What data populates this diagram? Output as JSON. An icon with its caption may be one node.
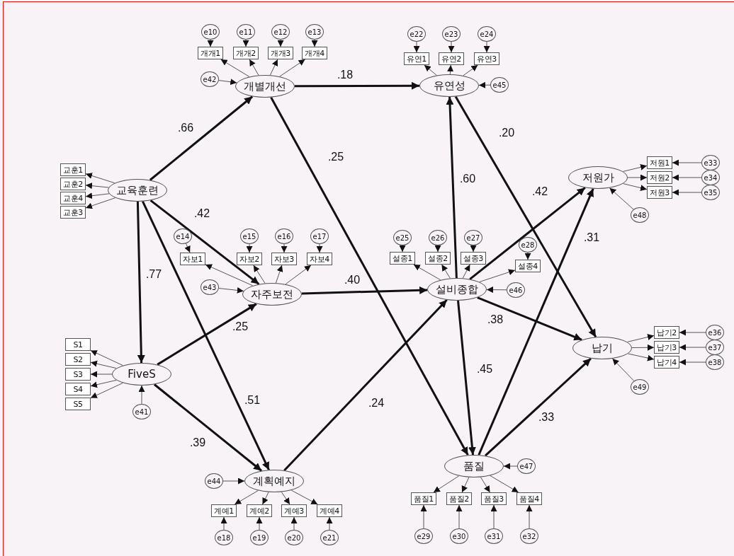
{
  "diagram": {
    "nodes": [
      {
        "text": [
          "e10"
        ]
      },
      {
        "text": [
          "e11"
        ]
      },
      {
        "text": [
          "e12"
        ]
      },
      {
        "text": [
          "e13"
        ]
      },
      {
        "text": [
          "개개1"
        ]
      },
      {
        "text": [
          "개개2"
        ]
      },
      {
        "text": [
          "개개3"
        ]
      },
      {
        "text": [
          "개개4"
        ]
      },
      {
        "text": [
          "e22"
        ]
      },
      {
        "text": [
          "e23"
        ]
      },
      {
        "text": [
          "e24"
        ]
      },
      {
        "text": [
          "유연1"
        ]
      },
      {
        "text": [
          "유연2"
        ]
      },
      {
        "text": [
          "유연3"
        ]
      },
      {
        "text": [
          "e42"
        ]
      },
      {
        "text": [
          "개별개선"
        ]
      },
      {
        "text": [
          "유연성"
        ]
      },
      {
        "text": [
          "e45"
        ]
      },
      {
        "text": [
          "교훈1"
        ]
      },
      {
        "text": [
          "교훈2"
        ]
      },
      {
        "text": [
          "교훈4"
        ]
      },
      {
        "text": [
          "교훈3"
        ]
      },
      {
        "text": [
          "교육훈련"
        ]
      },
      {
        "text": [
          "저원가"
        ]
      },
      {
        "text": [
          "저원1"
        ]
      },
      {
        "text": [
          "저원2"
        ]
      },
      {
        "text": [
          "저원3"
        ]
      },
      {
        "text": [
          "e33"
        ]
      },
      {
        "text": [
          "e34"
        ]
      },
      {
        "text": [
          "e35"
        ]
      },
      {
        "text": [
          "e48"
        ]
      },
      {
        "text": [
          "e14"
        ]
      },
      {
        "text": [
          "e15"
        ]
      },
      {
        "text": [
          "e16"
        ]
      },
      {
        "text": [
          "e17"
        ]
      },
      {
        "text": [
          "자보1"
        ]
      },
      {
        "text": [
          "자보2"
        ]
      },
      {
        "text": [
          "자보3"
        ]
      },
      {
        "text": [
          "자보4"
        ]
      },
      {
        "text": [
          "e25"
        ]
      },
      {
        "text": [
          "e26"
        ]
      },
      {
        "text": [
          "e27"
        ]
      },
      {
        "text": [
          "e28"
        ]
      },
      {
        "text": [
          "설종1"
        ]
      },
      {
        "text": [
          "설종2"
        ]
      },
      {
        "text": [
          "설종3"
        ]
      },
      {
        "text": [
          "설종4"
        ]
      },
      {
        "text": [
          "e43"
        ]
      },
      {
        "text": [
          "자주보전"
        ]
      },
      {
        "text": [
          "설비종합"
        ]
      },
      {
        "text": [
          "e46"
        ]
      },
      {
        "text": [
          "S1"
        ]
      },
      {
        "text": [
          "S2"
        ]
      },
      {
        "text": [
          "S3"
        ]
      },
      {
        "text": [
          "S4"
        ]
      },
      {
        "text": [
          "S5"
        ]
      },
      {
        "text": [
          "FiveS"
        ]
      },
      {
        "text": [
          "납기"
        ]
      },
      {
        "text": [
          "납기2"
        ]
      },
      {
        "text": [
          "납기3"
        ]
      },
      {
        "text": [
          "납기4"
        ]
      },
      {
        "text": [
          "e36"
        ]
      },
      {
        "text": [
          "e37"
        ]
      },
      {
        "text": [
          "e38"
        ]
      },
      {
        "text": [
          "e41"
        ]
      },
      {
        "text": [
          "e49"
        ]
      },
      {
        "text": [
          "e44"
        ]
      },
      {
        "text": [
          "계획예지"
        ]
      },
      {
        "text": [
          "품질"
        ]
      },
      {
        "text": [
          "e47"
        ]
      },
      {
        "text": [
          "계예1"
        ]
      },
      {
        "text": [
          "계예2"
        ]
      },
      {
        "text": [
          "계예3"
        ]
      },
      {
        "text": [
          "계예4"
        ]
      },
      {
        "text": [
          "품질1"
        ]
      },
      {
        "text": [
          "품질2"
        ]
      },
      {
        "text": [
          "품질3"
        ]
      },
      {
        "text": [
          "품질4"
        ]
      },
      {
        "text": [
          "e18"
        ]
      },
      {
        "text": [
          "e19"
        ]
      },
      {
        "text": [
          "e20"
        ]
      },
      {
        "text": [
          "e21"
        ]
      },
      {
        "text": [
          "e29"
        ]
      },
      {
        "text": [
          "e30"
        ]
      },
      {
        "text": [
          "e31"
        ]
      },
      {
        "text": [
          "e32"
        ]
      }
    ],
    "edges": [
      {
        "from": 22,
        "to": 15,
        "arrow": "to",
        "label": ".66",
        "style": "thick"
      },
      {
        "from": 15,
        "to": 16,
        "arrow": "to",
        "label": ".18",
        "style": "thick"
      },
      {
        "from": 15,
        "to": 68,
        "arrow": "to",
        "label": ".25",
        "style": "thick"
      },
      {
        "from": 22,
        "to": 48,
        "arrow": "to",
        "label": ".42",
        "style": "thick"
      },
      {
        "from": 22,
        "to": 56,
        "arrow": "to",
        "label": ".77",
        "style": "thick"
      },
      {
        "from": 22,
        "to": 67,
        "arrow": "to",
        "label": ".51",
        "style": "thick"
      },
      {
        "from": 56,
        "to": 48,
        "arrow": "to",
        "label": ".25",
        "style": "thick"
      },
      {
        "from": 56,
        "to": 67,
        "arrow": "to",
        "label": ".39",
        "style": "thick"
      },
      {
        "from": 48,
        "to": 49,
        "arrow": "to",
        "label": ".40",
        "style": "thick"
      },
      {
        "from": 67,
        "to": 49,
        "arrow": "to",
        "label": ".24",
        "style": "thick"
      },
      {
        "from": 49,
        "to": 16,
        "arrow": "to",
        "label": ".60",
        "style": "thick"
      },
      {
        "from": 49,
        "to": 23,
        "arrow": "to",
        "label": ".42",
        "style": "thick"
      },
      {
        "from": 49,
        "to": 57,
        "arrow": "to",
        "label": ".38",
        "style": "thick"
      },
      {
        "from": 49,
        "to": 68,
        "arrow": "to",
        "label": ".45",
        "style": "thick"
      },
      {
        "from": 16,
        "to": 57,
        "arrow": "to",
        "label": ".20",
        "style": "thick"
      },
      {
        "from": 68,
        "to": 23,
        "arrow": "to",
        "label": ".31",
        "style": "thick"
      },
      {
        "from": 68,
        "to": 57,
        "arrow": "to",
        "label": ".33",
        "style": "thick"
      },
      {
        "from": 0,
        "to": 4,
        "arrow": "to"
      },
      {
        "from": 1,
        "to": 5,
        "arrow": "to"
      },
      {
        "from": 2,
        "to": 6,
        "arrow": "to"
      },
      {
        "from": 3,
        "to": 7,
        "arrow": "to"
      },
      {
        "from": 15,
        "to": 4,
        "arrow": "to"
      },
      {
        "from": 15,
        "to": 5,
        "arrow": "to"
      },
      {
        "from": 15,
        "to": 6,
        "arrow": "to"
      },
      {
        "from": 15,
        "to": 7,
        "arrow": "to"
      },
      {
        "from": 14,
        "to": 15,
        "arrow": "to"
      },
      {
        "from": 8,
        "to": 11,
        "arrow": "to"
      },
      {
        "from": 9,
        "to": 12,
        "arrow": "to"
      },
      {
        "from": 10,
        "to": 13,
        "arrow": "to"
      },
      {
        "from": 16,
        "to": 11,
        "arrow": "to"
      },
      {
        "from": 16,
        "to": 12,
        "arrow": "to"
      },
      {
        "from": 16,
        "to": 13,
        "arrow": "to"
      },
      {
        "from": 17,
        "to": 16,
        "arrow": "to"
      },
      {
        "from": 22,
        "to": 18,
        "arrow": "to"
      },
      {
        "from": 22,
        "to": 19,
        "arrow": "to"
      },
      {
        "from": 22,
        "to": 20,
        "arrow": "to"
      },
      {
        "from": 22,
        "to": 21,
        "arrow": "to"
      },
      {
        "from": 23,
        "to": 24,
        "arrow": "to"
      },
      {
        "from": 23,
        "to": 25,
        "arrow": "to"
      },
      {
        "from": 23,
        "to": 26,
        "arrow": "to"
      },
      {
        "from": 27,
        "to": 24,
        "arrow": "to"
      },
      {
        "from": 28,
        "to": 25,
        "arrow": "to"
      },
      {
        "from": 29,
        "to": 26,
        "arrow": "to"
      },
      {
        "from": 30,
        "to": 23,
        "arrow": "to"
      },
      {
        "from": 31,
        "to": 35,
        "arrow": "to"
      },
      {
        "from": 32,
        "to": 36,
        "arrow": "to"
      },
      {
        "from": 33,
        "to": 37,
        "arrow": "to"
      },
      {
        "from": 34,
        "to": 38,
        "arrow": "to"
      },
      {
        "from": 48,
        "to": 35,
        "arrow": "to"
      },
      {
        "from": 48,
        "to": 36,
        "arrow": "to"
      },
      {
        "from": 48,
        "to": 37,
        "arrow": "to"
      },
      {
        "from": 48,
        "to": 38,
        "arrow": "to"
      },
      {
        "from": 47,
        "to": 48,
        "arrow": "to"
      },
      {
        "from": 39,
        "to": 43,
        "arrow": "to"
      },
      {
        "from": 40,
        "to": 44,
        "arrow": "to"
      },
      {
        "from": 41,
        "to": 45,
        "arrow": "to"
      },
      {
        "from": 42,
        "to": 46,
        "arrow": "to"
      },
      {
        "from": 49,
        "to": 43,
        "arrow": "to"
      },
      {
        "from": 49,
        "to": 44,
        "arrow": "to"
      },
      {
        "from": 49,
        "to": 45,
        "arrow": "to"
      },
      {
        "from": 49,
        "to": 46,
        "arrow": "to"
      },
      {
        "from": 50,
        "to": 49,
        "arrow": "to"
      },
      {
        "from": 56,
        "to": 51,
        "arrow": "to"
      },
      {
        "from": 56,
        "to": 52,
        "arrow": "to"
      },
      {
        "from": 56,
        "to": 53,
        "arrow": "to"
      },
      {
        "from": 56,
        "to": 54,
        "arrow": "to"
      },
      {
        "from": 56,
        "to": 55,
        "arrow": "to"
      },
      {
        "from": 64,
        "to": 56,
        "arrow": "to"
      },
      {
        "from": 57,
        "to": 58,
        "arrow": "to"
      },
      {
        "from": 57,
        "to": 59,
        "arrow": "to"
      },
      {
        "from": 57,
        "to": 60,
        "arrow": "to"
      },
      {
        "from": 61,
        "to": 58,
        "arrow": "to"
      },
      {
        "from": 62,
        "to": 59,
        "arrow": "to"
      },
      {
        "from": 63,
        "to": 60,
        "arrow": "to"
      },
      {
        "from": 65,
        "to": 57,
        "arrow": "to"
      },
      {
        "from": 66,
        "to": 67,
        "arrow": "to"
      },
      {
        "from": 67,
        "to": 70,
        "arrow": "to"
      },
      {
        "from": 67,
        "to": 71,
        "arrow": "to"
      },
      {
        "from": 67,
        "to": 72,
        "arrow": "to"
      },
      {
        "from": 67,
        "to": 73,
        "arrow": "to"
      },
      {
        "from": 78,
        "to": 70,
        "arrow": "to"
      },
      {
        "from": 79,
        "to": 71,
        "arrow": "to"
      },
      {
        "from": 80,
        "to": 72,
        "arrow": "to"
      },
      {
        "from": 81,
        "to": 73,
        "arrow": "to"
      },
      {
        "from": 69,
        "to": 68,
        "arrow": "to"
      },
      {
        "from": 68,
        "to": 74,
        "arrow": "to"
      },
      {
        "from": 68,
        "to": 75,
        "arrow": "to"
      },
      {
        "from": 68,
        "to": 76,
        "arrow": "to"
      },
      {
        "from": 68,
        "to": 77,
        "arrow": "to"
      },
      {
        "from": 82,
        "to": 74,
        "arrow": "to"
      },
      {
        "from": 83,
        "to": 75,
        "arrow": "to"
      },
      {
        "from": 84,
        "to": 76,
        "arrow": "to"
      },
      {
        "from": 85,
        "to": 77,
        "arrow": "to"
      }
    ]
  }
}
